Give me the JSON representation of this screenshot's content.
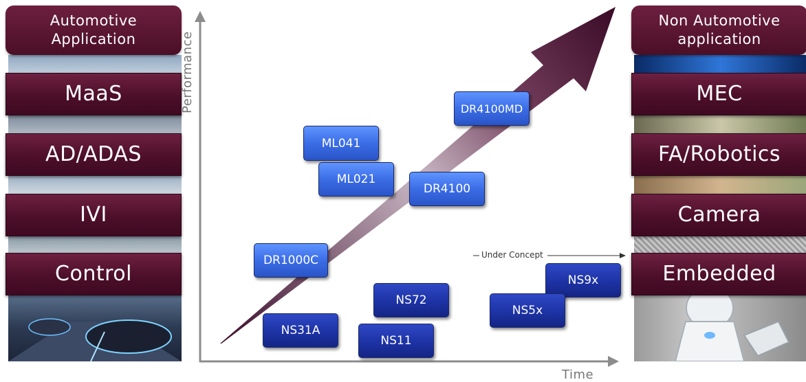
{
  "left_column": {
    "header": "Automotive\nApplication",
    "items": [
      "MaaS",
      "AD/ADAS",
      "IVI",
      "Control"
    ]
  },
  "right_column": {
    "header": "Non Automotive\napplication",
    "items": [
      "MEC",
      "FA/Robotics",
      "Camera",
      "Embedded"
    ]
  },
  "axes": {
    "y_label": "Performance",
    "x_label": "Time"
  },
  "under_concept_label": "Under Concept",
  "chips": [
    {
      "label": "DR4100MD",
      "style": "light"
    },
    {
      "label": "ML041",
      "style": "light"
    },
    {
      "label": "ML021",
      "style": "light"
    },
    {
      "label": "DR4100",
      "style": "light"
    },
    {
      "label": "DR1000C",
      "style": "light"
    },
    {
      "label": "NS72",
      "style": "dark"
    },
    {
      "label": "NS9x",
      "style": "dark"
    },
    {
      "label": "NS5x",
      "style": "dark"
    },
    {
      "label": "NS31A",
      "style": "dark"
    },
    {
      "label": "NS11",
      "style": "dark"
    }
  ],
  "colors": {
    "header_maroon": "#5a1530",
    "chip_light_blue": "#3b6de6",
    "chip_dark_blue": "#1e34a8",
    "arrow_dark": "#3a0a26"
  }
}
